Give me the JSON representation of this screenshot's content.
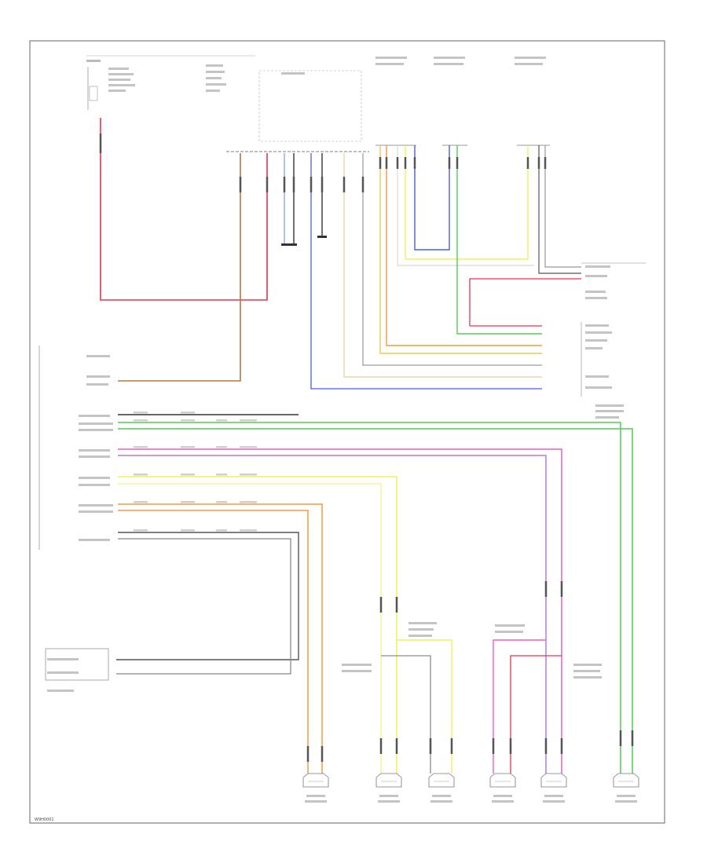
{
  "diagram": {
    "code": "W9H0001",
    "palette": {
      "red": "#e8334a",
      "orange": "#f59a3c",
      "brown": "#b07b3a",
      "yellow": "#f2f05a",
      "lightyellow": "#f6f39a",
      "blue": "#4a5ee0",
      "lightblue": "#8fa6ee",
      "green": "#4fcf52",
      "lightgreen": "#8fe38f",
      "pink": "#ee5fc9",
      "violet": "#b877e6",
      "gray": "#8c8c8c",
      "black": "#333333",
      "white": "#d8d8d8"
    },
    "speakers": [
      {
        "id": "left-rear-speaker"
      },
      {
        "id": "left-front-tweeter-speaker"
      },
      {
        "id": "left-front-door-speaker"
      },
      {
        "id": "right-front-door-speaker"
      },
      {
        "id": "right-front-tweeter-speaker"
      },
      {
        "id": "right-rear-speaker"
      }
    ]
  }
}
